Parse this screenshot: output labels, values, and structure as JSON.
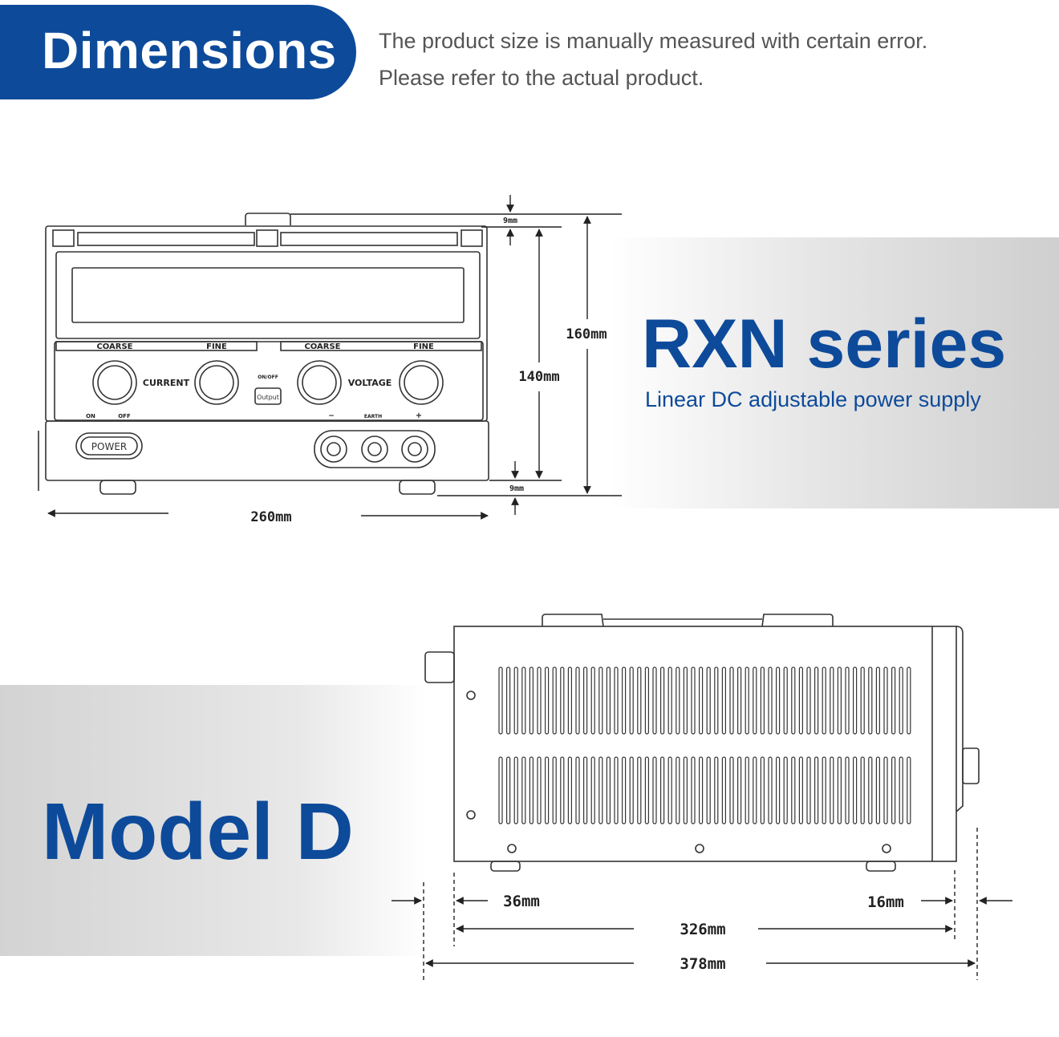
{
  "header": {
    "badge": "Dimensions",
    "note_line1": "The product size is manually measured with certain error.",
    "note_line2": "Please refer to the actual product."
  },
  "product": {
    "series": "RXN series",
    "subtitle": "Linear DC adjustable power supply",
    "model": "Model D"
  },
  "front_view": {
    "panel_labels": {
      "coarse_left": "COARSE",
      "fine_left": "FINE",
      "coarse_right": "COARSE",
      "fine_right": "FINE",
      "current": "CURRENT",
      "voltage": "VOLTAGE",
      "onoff": "ON/OFF",
      "output": "Output",
      "power": "POWER",
      "on": "ON",
      "off": "OFF",
      "minus": "−",
      "plus": "+",
      "earth": "EARTH"
    },
    "dimensions": {
      "top_gap": "9mm",
      "bottom_gap": "9mm",
      "height_total": "160mm",
      "height_body": "140mm",
      "width": "260mm"
    }
  },
  "side_view": {
    "dimensions": {
      "front_protrusion": "36mm",
      "rear_protrusion": "16mm",
      "body_depth": "326mm",
      "total_depth": "378mm"
    }
  },
  "colors": {
    "brand_blue": "#0d4a9a",
    "note_gray": "#555555",
    "line": "#333333"
  }
}
